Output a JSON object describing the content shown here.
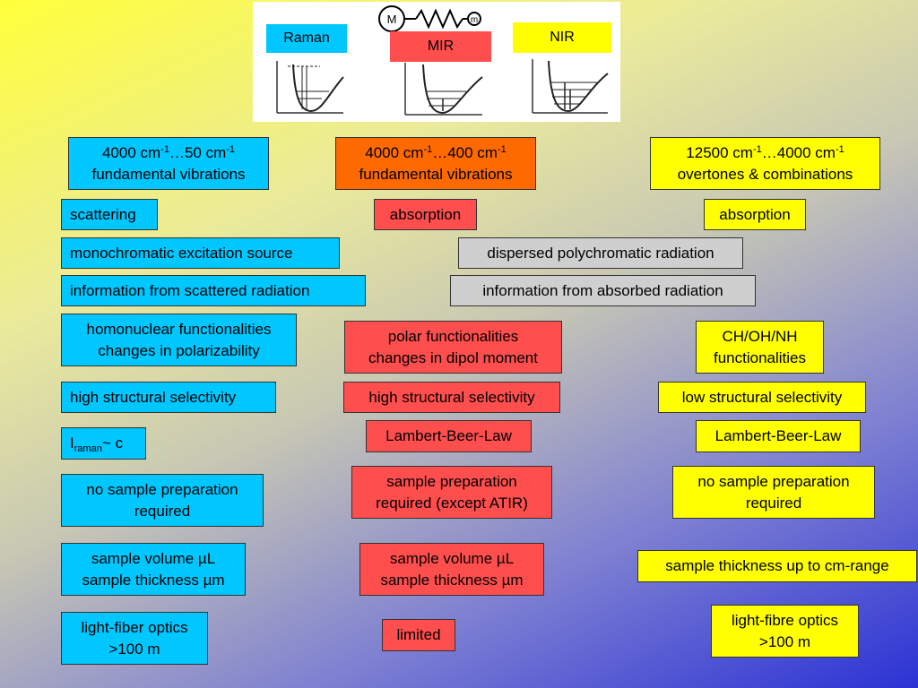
{
  "header": {
    "raman_label": "Raman",
    "mir_label": "MIR",
    "nir_label": "NIR",
    "mass_m": "M",
    "mass_small_m": "m"
  },
  "raman": {
    "range_a": "4000 cm",
    "range_sup1": "-1",
    "range_b": "…50 cm",
    "range_sup2": "-1",
    "range_desc": "fundamental vibrations",
    "process": "scattering",
    "source": "monochromatic excitation source",
    "information": "information from scattered radiation",
    "functionalities_1": "homonuclear functionalities",
    "functionalities_2": "changes in polarizability",
    "selectivity": "high structural selectivity",
    "intensity_i": "I",
    "intensity_sub": "raman",
    "intensity_rest": "~ c",
    "preparation_1": "no sample preparation",
    "preparation_2": "required",
    "volume_1": "sample volume µL",
    "volume_2": "sample thickness µm",
    "fiber_1": "light-fiber optics",
    "fiber_2": ">100 m"
  },
  "mir": {
    "range_a": "4000 cm",
    "range_sup1": "-1",
    "range_b": "…400 cm",
    "range_sup2": "-1",
    "range_desc": "fundamental vibrations",
    "process": "absorption",
    "functionalities_1": "polar functionalities",
    "functionalities_2": "changes in dipol moment",
    "selectivity": "high structural selectivity",
    "law": "Lambert-Beer-Law",
    "preparation_1": "sample preparation",
    "preparation_2": "required (except ATIR)",
    "volume_1": "sample volume µL",
    "volume_2": "sample thickness µm",
    "fiber": "limited"
  },
  "shared": {
    "source": "dispersed polychromatic radiation",
    "information": "information from absorbed radiation"
  },
  "nir": {
    "range_a": "12500 cm",
    "range_sup1": "-1",
    "range_b": "…4000 cm",
    "range_sup2": "-1",
    "range_desc": "overtones & combinations",
    "process": "absorption",
    "functionalities_1": "CH/OH/NH",
    "functionalities_2": "functionalities",
    "selectivity": "low structural selectivity",
    "law": "Lambert-Beer-Law",
    "preparation_1": "no sample preparation",
    "preparation_2": "required",
    "thickness": "sample thickness up to cm-range",
    "fiber_1": "light-fibre optics",
    "fiber_2": ">100 m"
  },
  "colors": {
    "raman": "#00c7ff",
    "mir": "#ff4e4e",
    "mir_range": "#ff6a00",
    "nir": "#ffff00",
    "shared": "#cfcfcf"
  }
}
